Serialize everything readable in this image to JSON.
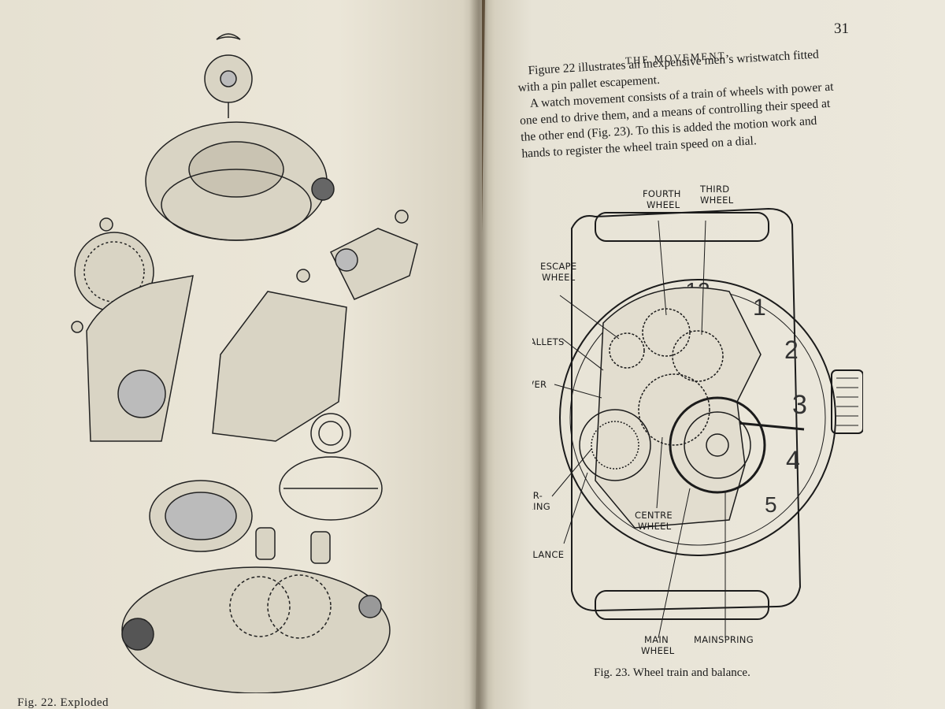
{
  "left_page": {
    "caption_fragment": "Fig. 22. Exploded"
  },
  "right_page": {
    "page_number": "31",
    "running_head": "THE MOVEMENT",
    "paragraphs": [
      "Figure 22 illustrates an inexpensive men’s wristwatch fitted with a pin pallet escapement.",
      "A watch movement consists of a train of wheels with power at one end to drive them, and a means of controlling their speed at the other end (Fig. 23). To this is added the motion work and hands to register the wheel train speed on a dial."
    ],
    "figure": {
      "caption": "Fig. 23. Wheel train and balance.",
      "labels": {
        "fourth_wheel": [
          "FOURTH",
          "WHEEL"
        ],
        "third_wheel": [
          "THIRD",
          "WHEEL"
        ],
        "escape_wheel": [
          "ESCAPE",
          "WHEEL"
        ],
        "pallets": "PALLETS",
        "lever": "LEVER",
        "hairspring": [
          "HAIR-",
          "SPRING"
        ],
        "balance": "BALANCE",
        "centre_wheel": [
          "CENTRE",
          "WHEEL"
        ],
        "main_wheel": [
          "MAIN",
          "WHEEL"
        ],
        "mainspring": "MAINSPRING"
      },
      "dial_numerals": [
        "12",
        "1",
        "2",
        "3",
        "4",
        "5"
      ]
    }
  }
}
